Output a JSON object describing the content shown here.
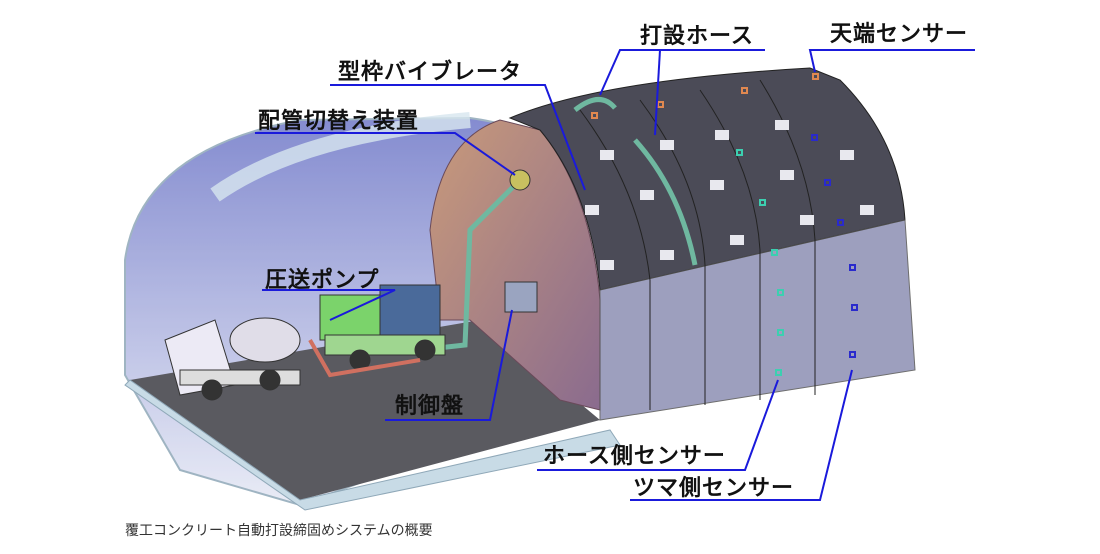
{
  "labels": {
    "hose": "打設ホース",
    "crown_sensor": "天端センサー",
    "vibrator": "型枠バイブレータ",
    "switch_device": "配管切替え装置",
    "pump": "圧送ポンプ",
    "control_panel": "制御盤",
    "hose_side_sensor": "ホース側センサー",
    "end_side_sensor": "ツマ側センサー"
  },
  "caption": "覆工コンクリート自動打設締固めシステムの概要",
  "colors": {
    "leader": "#1a1adb",
    "formwork": "#4b4b57",
    "shell": "#b8cfe0",
    "floor": "#5a5a60"
  }
}
